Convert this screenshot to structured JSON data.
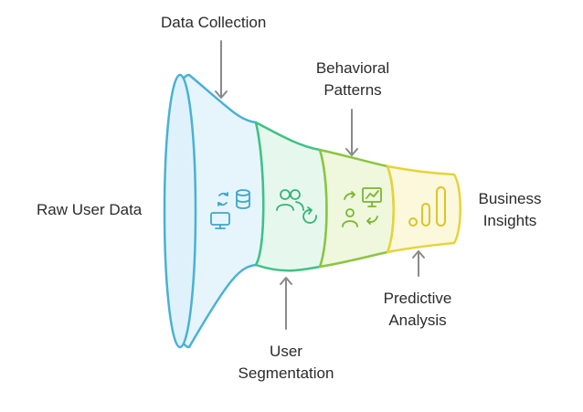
{
  "diagram": {
    "type": "funnel",
    "stages": [
      {
        "key": "raw",
        "name": "Raw User Data",
        "icons": [
          "monitor-icon",
          "sync-arrows-icon",
          "database-icon"
        ],
        "stroke": "#49b1d6",
        "fill": "#e6f5fc"
      },
      {
        "key": "segmentation",
        "name": "User Segmentation",
        "icons": [
          "users-icon",
          "refresh-icon"
        ],
        "stroke": "#3ec281",
        "fill": "#e6f8ee"
      },
      {
        "key": "behavioral",
        "name": "Behavioral Patterns",
        "icons": [
          "trend-chart-icon",
          "user-swap-icon"
        ],
        "stroke": "#8bc53f",
        "fill": "#eff7dd"
      },
      {
        "key": "predictive",
        "name": "Predictive Analysis",
        "icons": [
          "bar-chart-icon"
        ],
        "stroke": "#e7d338",
        "fill": "#fbf8dc"
      }
    ],
    "labels": {
      "raw": "Raw User Data",
      "collection": "Data Collection",
      "behavioral_line1": "Behavioral",
      "behavioral_line2": "Patterns",
      "segmentation_line1": "User",
      "segmentation_line2": "Segmentation",
      "predictive_line1": "Predictive",
      "predictive_line2": "Analysis",
      "business_line1": "Business",
      "business_line2": "Insights"
    },
    "colors": {
      "arrow": "#8a8a8a",
      "text": "#2b2b2b"
    }
  }
}
